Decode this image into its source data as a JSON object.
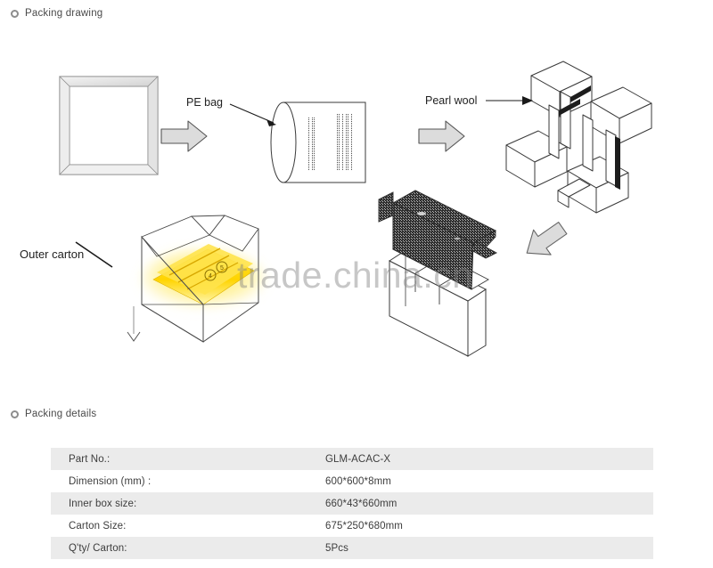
{
  "sections": {
    "drawing": {
      "icon": "ring-icon",
      "title": "Packing drawing"
    },
    "details": {
      "icon": "ring-icon",
      "title": "Packing details"
    }
  },
  "diagram": {
    "labels": {
      "pe_bag": "PE bag",
      "pearl_wool": "Pearl wool",
      "outer_carton": "Outer carton"
    },
    "callouts": {
      "panel_number_4": "4",
      "panel_number_5": "5"
    },
    "colors": {
      "outline": "#3a3a3a",
      "arrow_fill": "#dcdcdc",
      "arrow_stroke": "#555555",
      "panel_glow": "#ffd700",
      "hatch_dark": "#303030"
    }
  },
  "watermark": {
    "text": "trade.china.cn",
    "color": "#828282"
  },
  "table": {
    "rows": [
      {
        "label": "Part No.:",
        "value": "GLM-ACAC-X"
      },
      {
        "label": "Dimension (mm) :",
        "value": "600*600*8mm"
      },
      {
        "label": "Inner box size:",
        "value": "660*43*660mm"
      },
      {
        "label": "Carton Size:",
        "value": "675*250*680mm"
      },
      {
        "label": "Q'ty/ Carton:",
        "value": "5Pcs"
      }
    ],
    "shaded_color": "#ebebeb",
    "plain_color": "#ffffff"
  }
}
